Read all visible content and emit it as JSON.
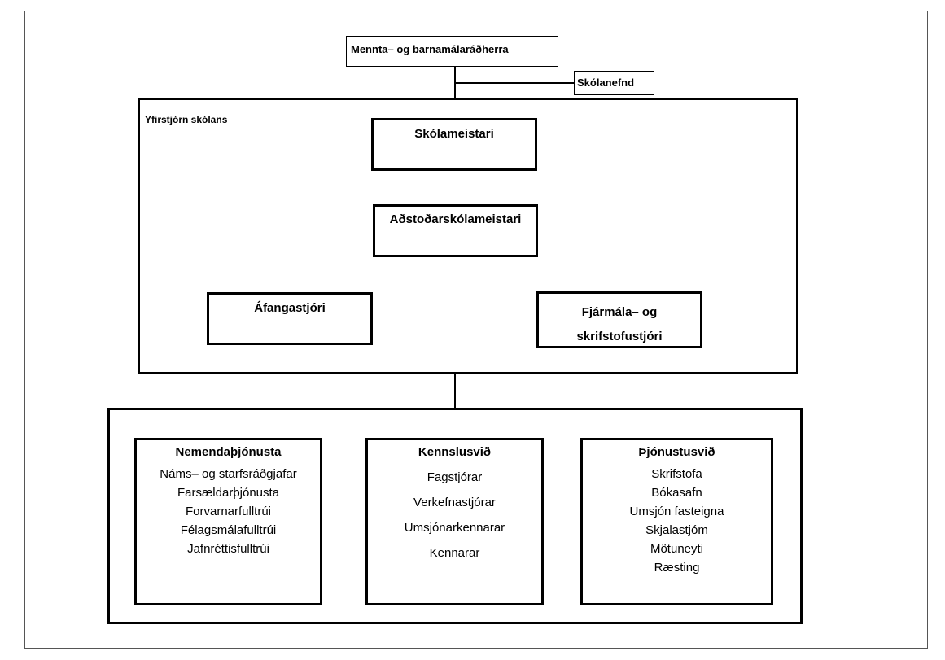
{
  "diagram": {
    "minister": "Mennta– og barnamálaráðherra",
    "school_board": "Skólanefnd",
    "management_group_label": "Yfirstjórn skólans",
    "headmaster": "Skólameistari",
    "deputy_headmaster": "Aðstoðarskólameistari",
    "course_director": "Áfangastjóri",
    "finance_director_line1": "Fjármála– og",
    "finance_director_line2": "skrifstofustjóri",
    "departments": [
      {
        "title": "Nemendaþjónusta",
        "items": [
          "Náms– og starfsráðgjafar",
          "Farsældarþjónusta",
          "Forvarnarfulltrúi",
          "Félagsmálafulltrúi",
          "Jafnréttisfulltrúi"
        ]
      },
      {
        "title": "Kennslusvið",
        "items": [
          "Fagstjórar",
          "Verkefnastjórar",
          "Umsjónarkennarar",
          "Kennarar"
        ]
      },
      {
        "title": "Þjónustusvið",
        "items": [
          "Skrifstofa",
          "Bókasafn",
          "Umsjón fasteigna",
          "Skjalastjóm",
          "Mötuneyti",
          "Ræsting"
        ]
      }
    ]
  }
}
